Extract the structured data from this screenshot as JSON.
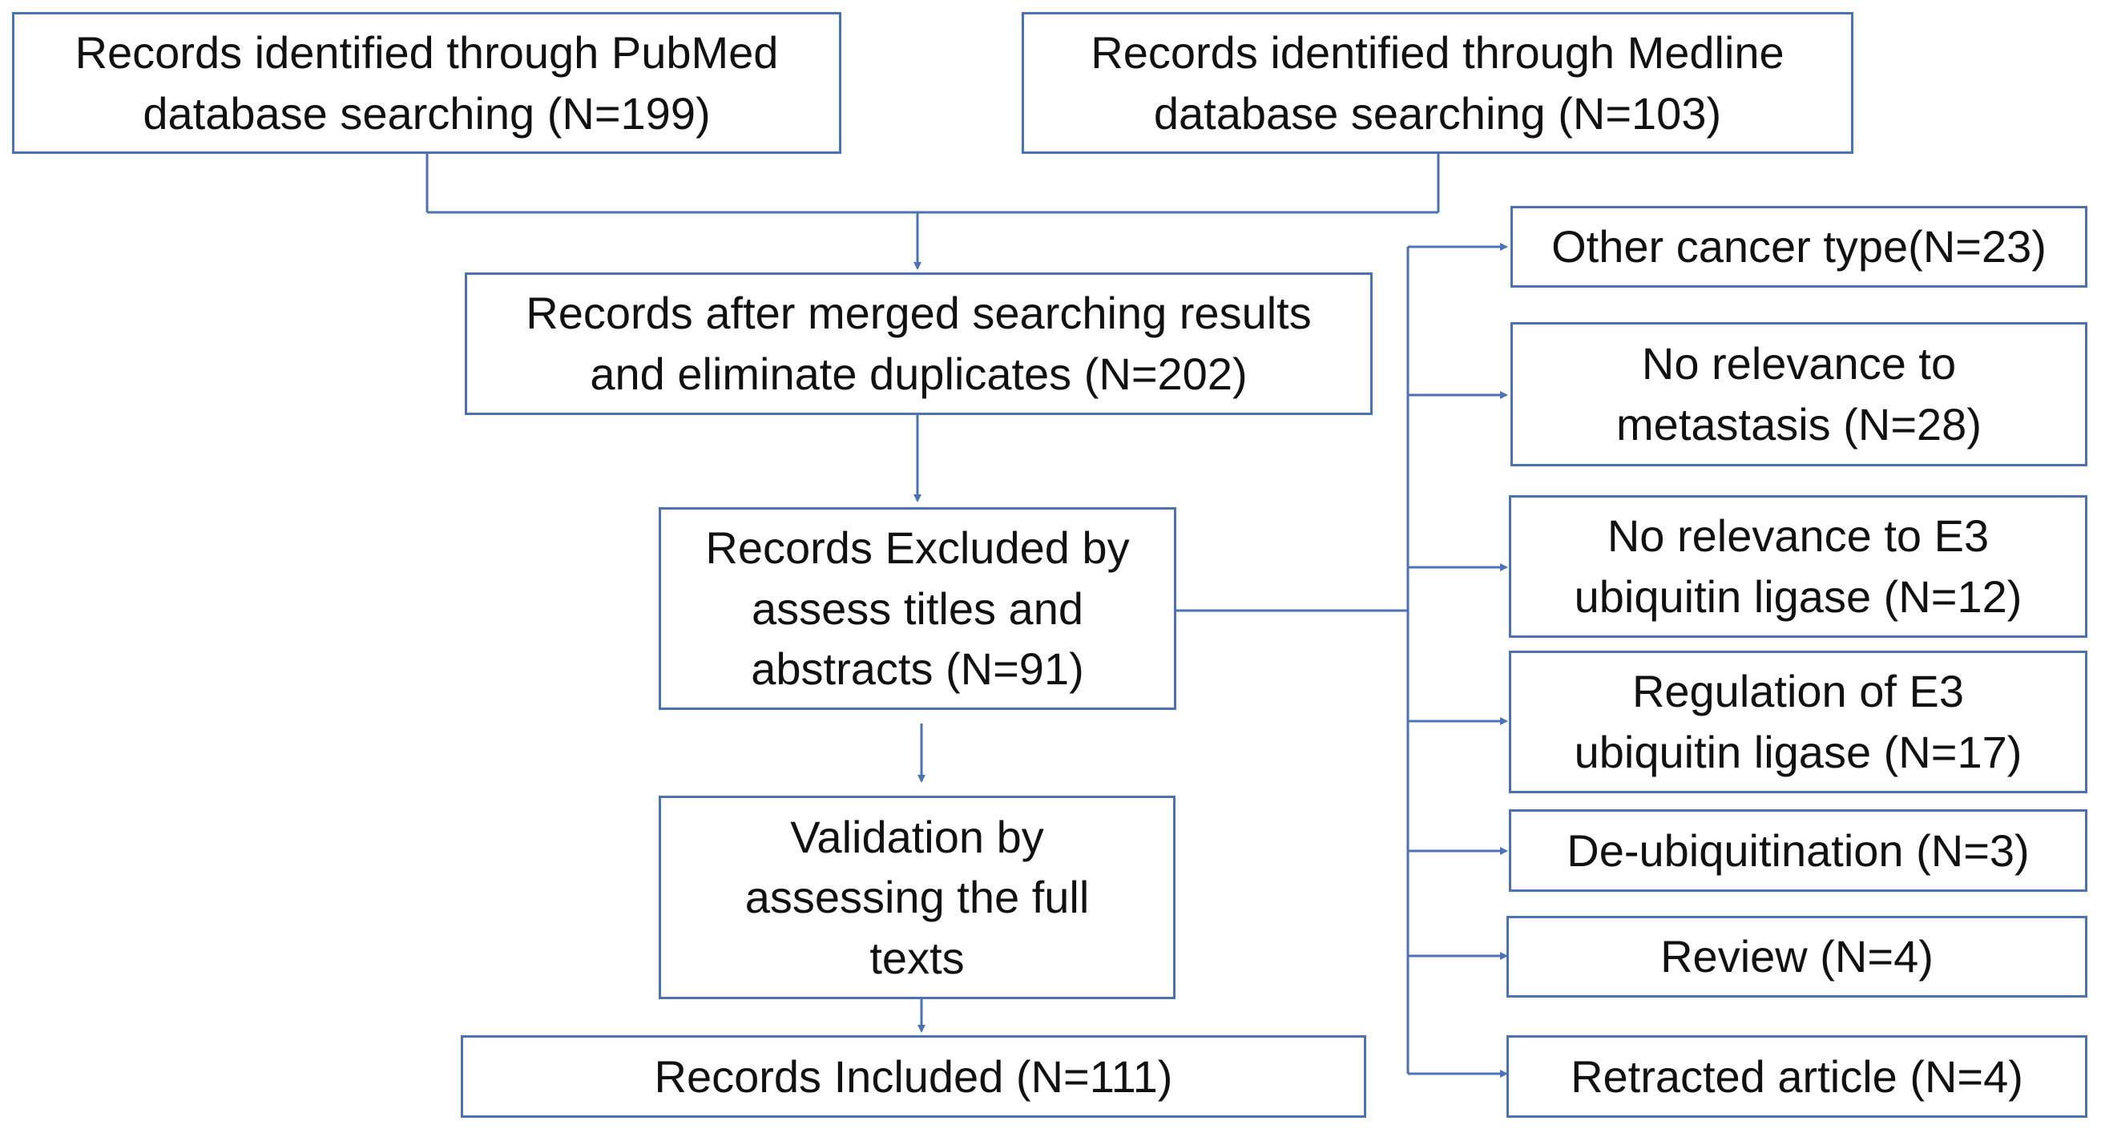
{
  "colors": {
    "line": "#4a72b5",
    "text": "#111111",
    "background": "#ffffff"
  },
  "boxes": {
    "pubmed": "Records identified through PubMed\ndatabase searching (N=199)",
    "medline": "Records identified through Medline\ndatabase searching (N=103)",
    "merged": "Records after merged searching results\nand eliminate duplicates (N=202)",
    "excluded_titles": "Records Excluded by\nassess titles and\nabstracts (N=91)",
    "validation": "Validation by\nassessing the full\ntexts",
    "included": "Records Included (N=111)"
  },
  "exclusions": [
    {
      "id": "other-cancer",
      "label": "Other cancer type(N=23)"
    },
    {
      "id": "no-metastasis",
      "label": "No relevance to\nmetastasis (N=28)"
    },
    {
      "id": "no-e3",
      "label": "No relevance to E3\nubiquitin ligase (N=12)"
    },
    {
      "id": "regulation-e3",
      "label": "Regulation of E3\nubiquitin ligase (N=17)"
    },
    {
      "id": "de-ubiquitination",
      "label": "De-ubiquitination (N=3)"
    },
    {
      "id": "review",
      "label": "Review (N=4)"
    },
    {
      "id": "retracted",
      "label": "Retracted article (N=4)"
    }
  ]
}
